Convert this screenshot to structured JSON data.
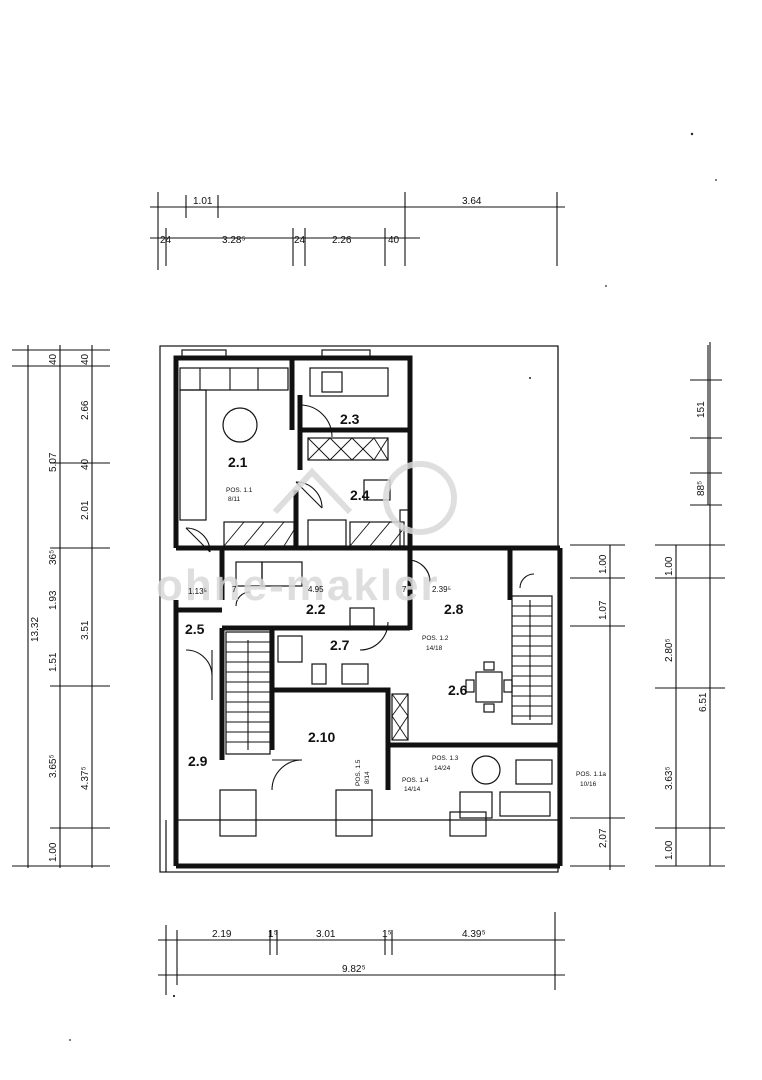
{
  "watermark": "ohne-makler",
  "dims_top": {
    "row1": [
      "1.01",
      "3.64"
    ],
    "row2": [
      "24",
      "3.28⁵",
      "24",
      "2.26",
      "40"
    ]
  },
  "dims_left": {
    "col_outer": "13.32",
    "col_mid": [
      "40",
      "5.07",
      "36⁵",
      "1.93",
      "1.51",
      "3.65⁵",
      "1.00"
    ],
    "col_inner": [
      "40",
      "2.66",
      "40",
      "2.01",
      "3.51",
      "4.37⁵"
    ]
  },
  "dims_right": {
    "col_a": [
      "151",
      "88⁵"
    ],
    "col_b": [
      "1.00",
      "1.07",
      "2,07"
    ],
    "col_c": [
      "1.00",
      "2.80⁵",
      "3.63⁵",
      "1.00",
      "6.51"
    ]
  },
  "dims_bottom": {
    "row1": [
      "2.19",
      "1⁵",
      "3.01",
      "1⁵",
      "4.39⁵"
    ],
    "row2": "9.82⁵"
  },
  "rooms": {
    "r21": "2.1",
    "r22": "2.2",
    "r23": "2.3",
    "r24": "2.4",
    "r25": "2.5",
    "r26": "2.6",
    "r27": "2.7",
    "r28": "2.8",
    "r29": "2.9",
    "r210": "2.10"
  },
  "inner_dims": {
    "d1": "1.13⁵",
    "d2": "4.95",
    "d3": "2.39⁵",
    "d4": "7",
    "d5": "7"
  },
  "positions": {
    "p1": [
      "POS. 1.1",
      "8/11"
    ],
    "p2": [
      "POS. 1.2",
      "14/18"
    ],
    "p3": [
      "POS. 1.3",
      "14/24"
    ],
    "p4": [
      "POS. 1.4",
      "14/14"
    ],
    "p5": [
      "POS. 1.1a",
      "10/16"
    ],
    "p6": [
      "POS. 1.5",
      "8/14"
    ]
  }
}
